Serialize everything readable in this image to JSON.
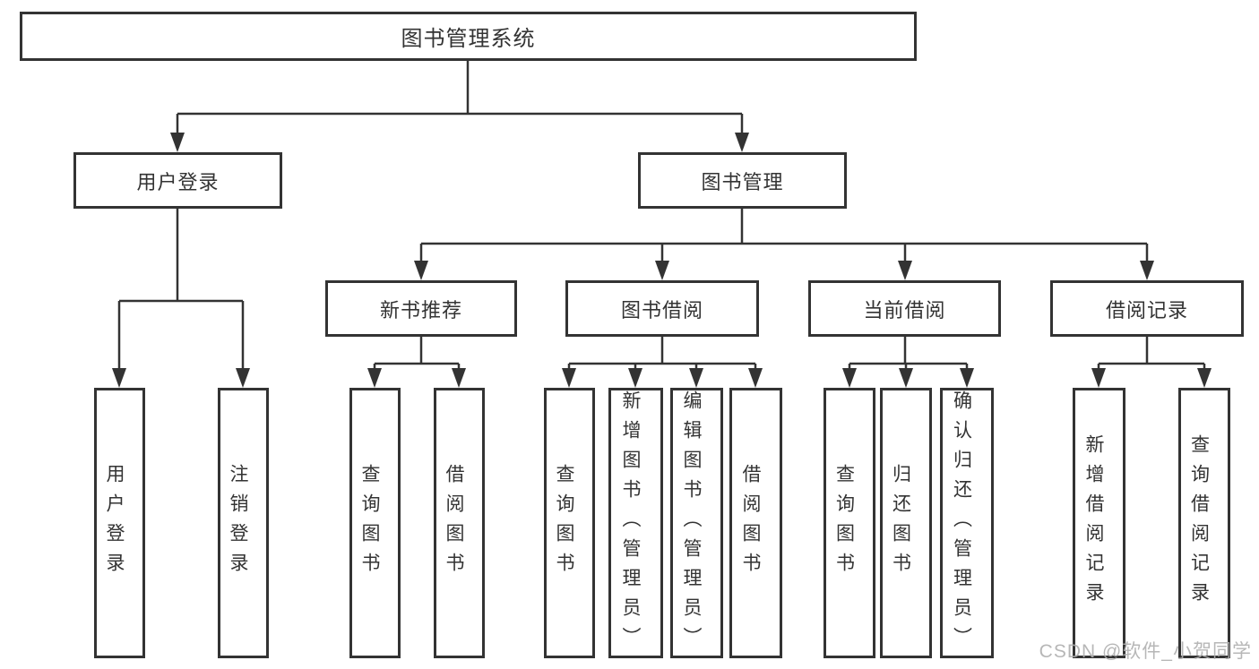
{
  "diagram_title": "图书管理系统",
  "nodes": {
    "root": "图书管理系统",
    "user_login": "用户登录",
    "book_mgmt": "图书管理",
    "new_books": "新书推荐",
    "book_borrow": "图书借阅",
    "current_borrow": "当前借阅",
    "borrow_records": "借阅记录",
    "leaf_user_login": "用户登录",
    "leaf_logout": "注销登录",
    "leaf_nb_query_book": "查询图书",
    "leaf_nb_borrow_book": "借阅图书",
    "leaf_bb_query_book": "查询图书",
    "leaf_bb_add_book_admin": "新增图书（管理员）",
    "leaf_bb_edit_book_admin": "编辑图书（管理员）",
    "leaf_bb_borrow_book": "借阅图书",
    "leaf_cb_query_book": "查询图书",
    "leaf_cb_return_book": "归还图书",
    "leaf_cb_confirm_return_admin": "确认归还（管理员）",
    "leaf_br_add_record": "新增借阅记录",
    "leaf_br_query_record": "查询借阅记录"
  },
  "watermark": "CSDN @软件_小贺同学",
  "colors": {
    "line": "#333333",
    "text": "#333333",
    "background": "#ffffff",
    "watermark": "#afafaf"
  }
}
